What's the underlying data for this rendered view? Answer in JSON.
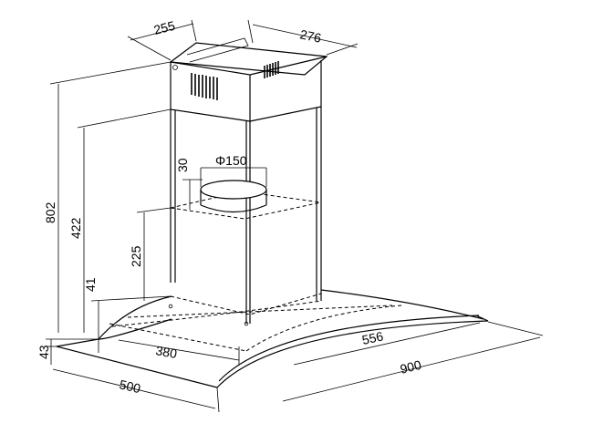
{
  "diagram": {
    "dimensions": {
      "chimney_depth": "255",
      "chimney_width": "276",
      "total_height": "802",
      "chimney_lower_height": "422",
      "outlet_offset": "30",
      "outlet_diameter": "Φ150",
      "outlet_height": "225",
      "canopy_height": "41",
      "glass_thickness": "43",
      "depth_380": "380",
      "depth_556": "556",
      "width_900": "900",
      "depth_500": "500"
    }
  }
}
